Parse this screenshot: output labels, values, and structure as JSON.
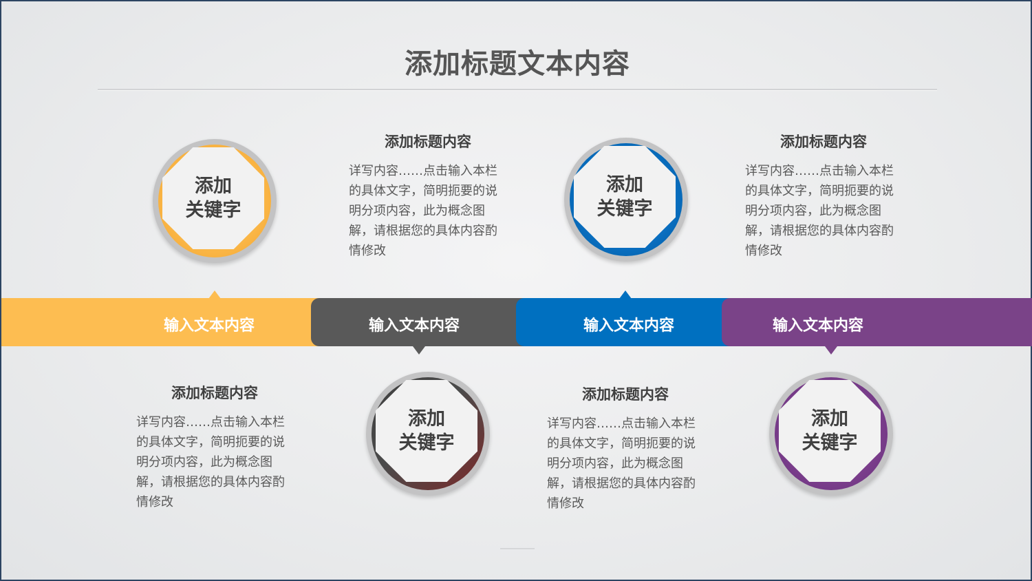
{
  "slide": {
    "title": "添加标题文本内容",
    "colors": {
      "yellow": "#fdbd51",
      "dark_gray": "#595959",
      "blue": "#0070c0",
      "purple": "#7a4388",
      "frame_border": "#2c4462"
    }
  },
  "band": [
    {
      "label": "输入文本内容",
      "color": "#fdbd51",
      "pointer": "up"
    },
    {
      "label": "输入文本内容",
      "color": "#595959",
      "pointer": "down"
    },
    {
      "label": "输入文本内容",
      "color": "#0070c0",
      "pointer": "up"
    },
    {
      "label": "输入文本内容",
      "color": "#7a4388",
      "pointer": "down"
    }
  ],
  "badges": [
    {
      "line1": "添加",
      "line2": "关键字",
      "color": "yellow"
    },
    {
      "line1": "添加",
      "line2": "关键字",
      "color": "dark_gray"
    },
    {
      "line1": "添加",
      "line2": "关键字",
      "color": "blue"
    },
    {
      "line1": "添加",
      "line2": "关键字",
      "color": "purple"
    }
  ],
  "blocks": [
    {
      "heading": "添加标题内容",
      "body": "详写内容……点击输入本栏的具体文字，简明扼要的说明分项内容，此为概念图解，请根据您的具体内容酌情修改"
    },
    {
      "heading": "添加标题内容",
      "body": "详写内容……点击输入本栏的具体文字，简明扼要的说明分项内容，此为概念图解，请根据您的具体内容酌情修改"
    },
    {
      "heading": "添加标题内容",
      "body": "详写内容……点击输入本栏的具体文字，简明扼要的说明分项内容，此为概念图解，请根据您的具体内容酌情修改"
    },
    {
      "heading": "添加标题内容",
      "body": "详写内容……点击输入本栏的具体文字，简明扼要的说明分项内容，此为概念图解，请根据您的具体内容酌情修改"
    }
  ]
}
